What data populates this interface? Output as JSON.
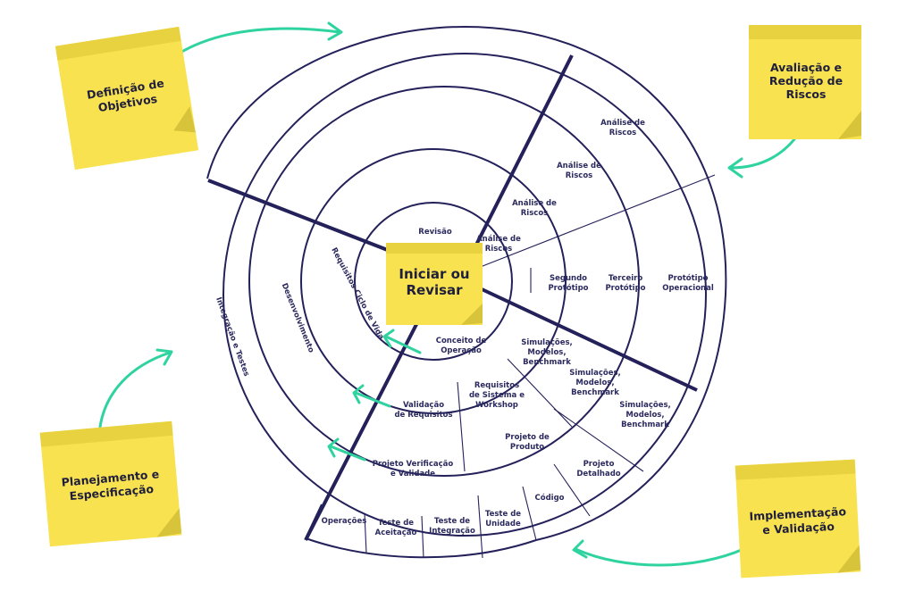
{
  "colors": {
    "line": "#24215a",
    "note": "#f8e24f",
    "note_fold": "#d8c43a",
    "arrow": "#2ed3a0",
    "text": "#2b2a5e"
  },
  "center": {
    "line1": "Iniciar ou",
    "line2": "Revisar"
  },
  "notes": {
    "objectives": [
      "Definição de",
      "Objetivos"
    ],
    "risks": [
      "Avaliação e",
      "Redução de",
      "Riscos"
    ],
    "planning": [
      "Planejamento e",
      "Especificação"
    ],
    "implementation": [
      "Implementação",
      "e Validação"
    ]
  },
  "labels": {
    "revisao": "Revisão",
    "analise_riscos_1": [
      "Análise de",
      "Riscos"
    ],
    "analise_riscos_2": [
      "Análise de",
      "Riscos"
    ],
    "analise_riscos_3": [
      "Análise de",
      "Riscos"
    ],
    "analise_riscos_4": [
      "Análise de",
      "Riscos"
    ],
    "segundo_prototipo": [
      "Segundo",
      "Protótipo"
    ],
    "terceiro_prototipo": [
      "Terceiro",
      "Protótipo"
    ],
    "prototipo_operacional": [
      "Protótipo",
      "Operacional"
    ],
    "simulacoes_1": [
      "Simulações,",
      "Modelos,",
      "Benchmark"
    ],
    "simulacoes_2": [
      "Simulações,",
      "Modelos,",
      "Benchmark"
    ],
    "simulacoes_3": [
      "Simulações,",
      "Modelos,",
      "Benchmark"
    ],
    "conceito_operacao": [
      "Conceito de",
      "Operação"
    ],
    "requisitos_sistema": [
      "Requisitos",
      "de Sistema e",
      "Workshop"
    ],
    "validacao_requisitos": [
      "Validação",
      "de Requisitos"
    ],
    "projeto_produto": [
      "Projeto de",
      "Produto"
    ],
    "projeto_detalhado": [
      "Projeto",
      "Detalhado"
    ],
    "projeto_verificacao": [
      "Projeto Verificação",
      "e Validade"
    ],
    "codigo": "Código",
    "teste_unidade": [
      "Teste de",
      "Unidade"
    ],
    "teste_integracao": [
      "Teste de",
      "Integração"
    ],
    "teste_aceitacao": [
      "Teste de",
      "Aceitação"
    ],
    "operacoes": "Operações",
    "requisitos_ciclo_vida": "Requisitos Ciclo de Vida",
    "desenvolvimento": "Desenvolvimento",
    "integracao_testes": "Integração e Testes"
  }
}
